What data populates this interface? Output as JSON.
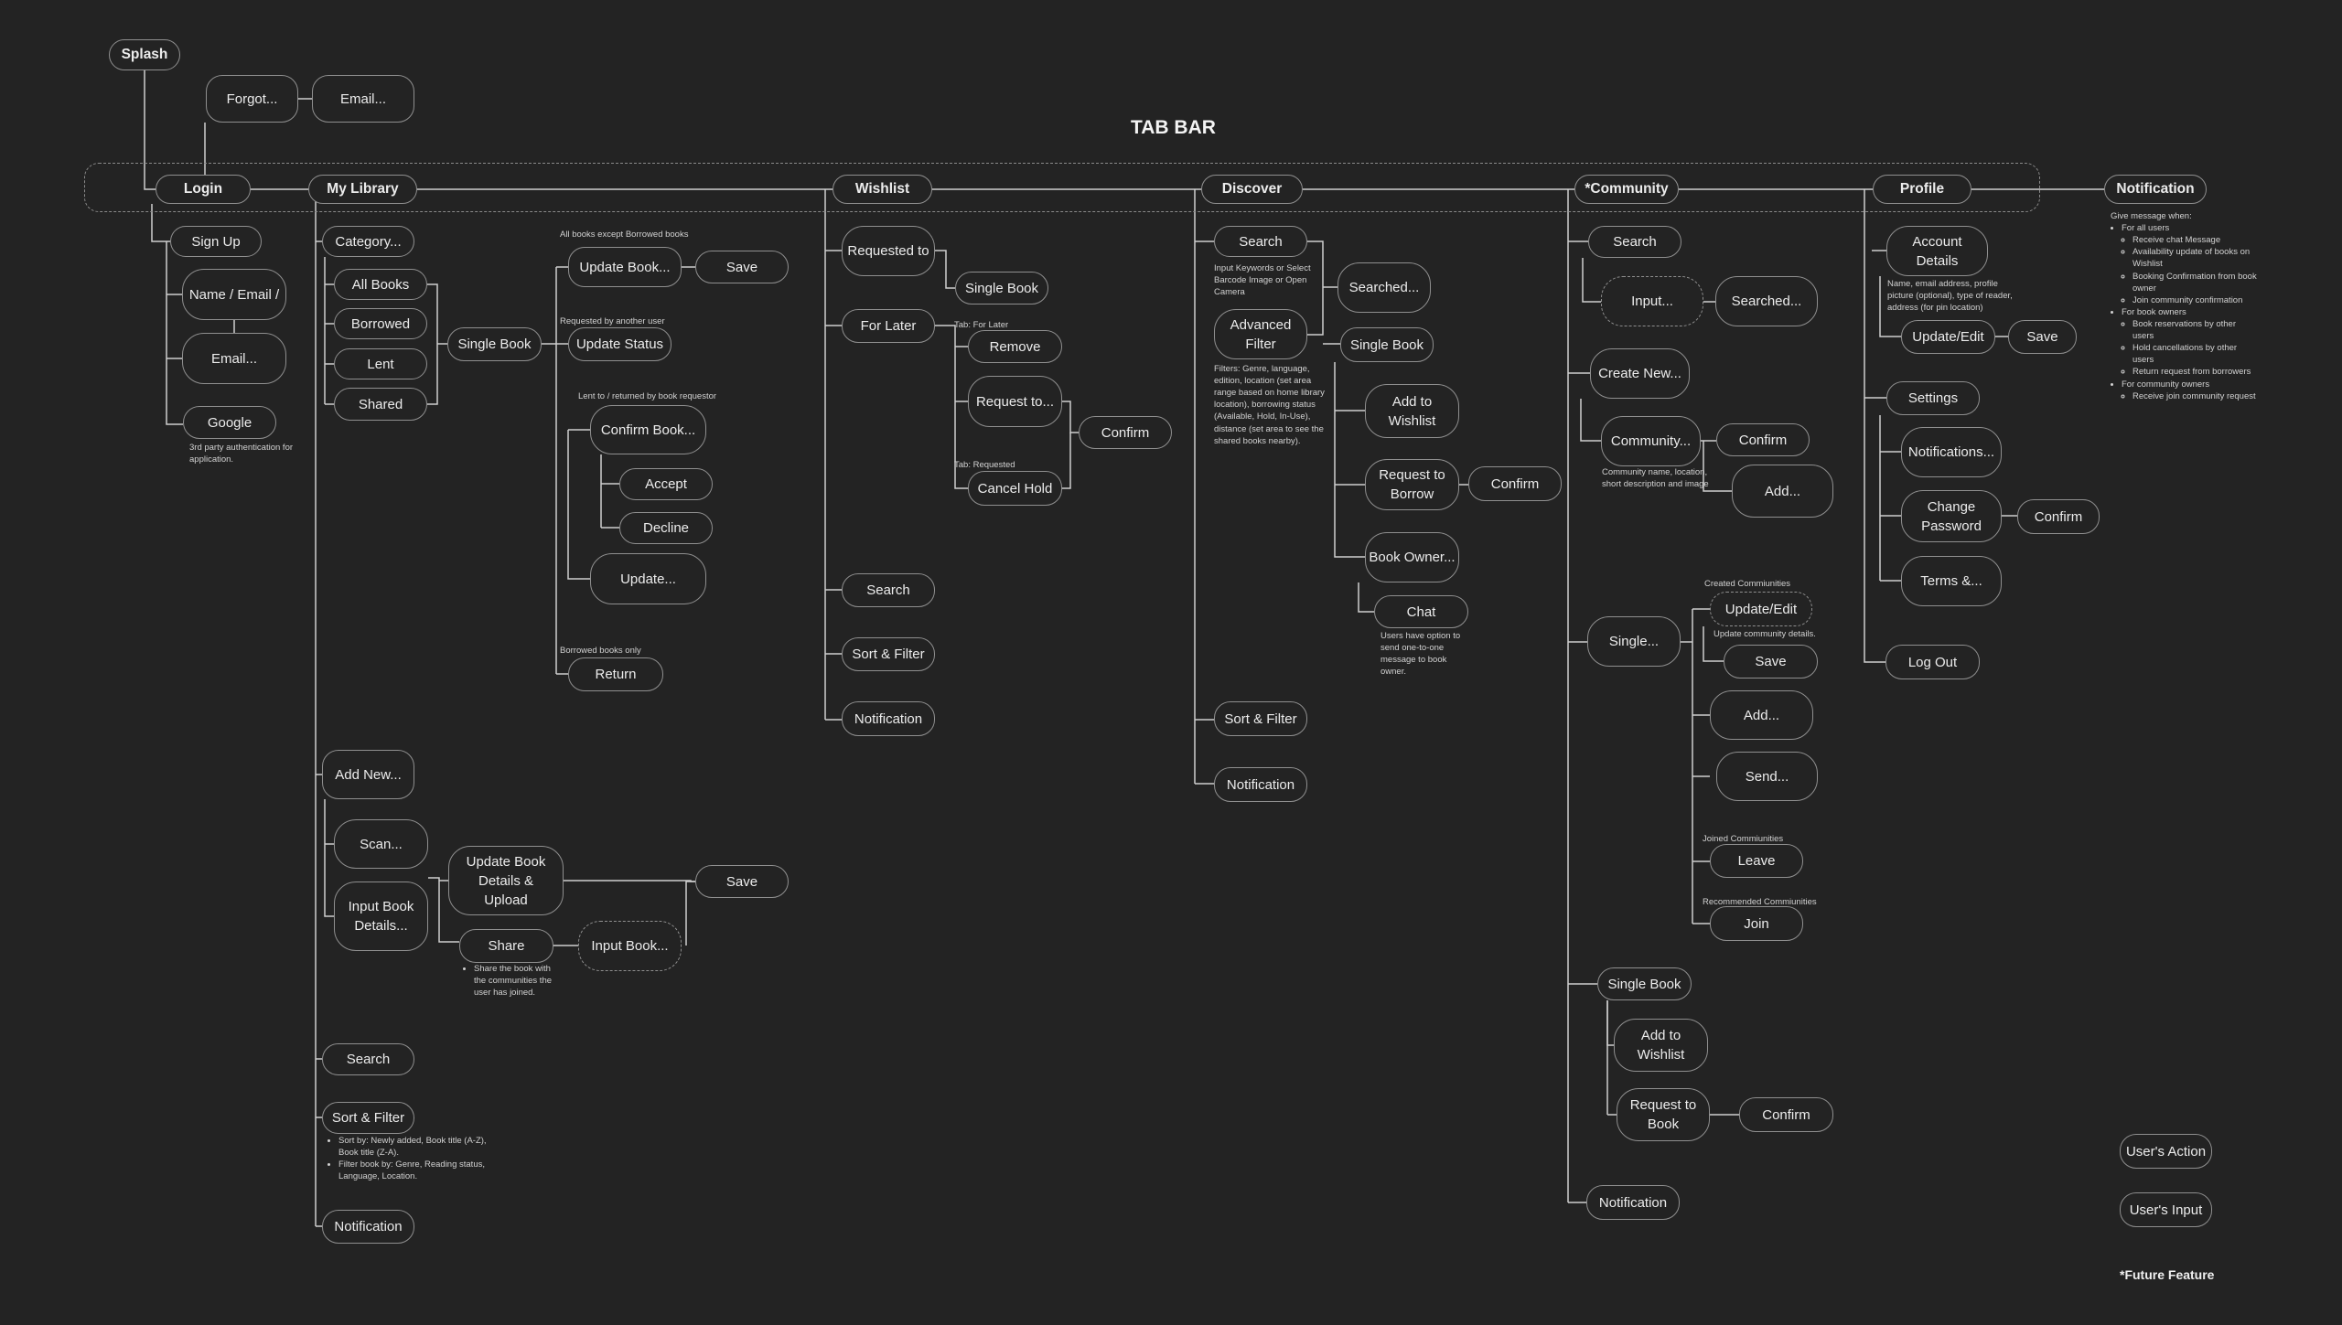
{
  "diagram": {
    "title": "TAB BAR",
    "future_note": "*Future Feature",
    "legend": {
      "action": "User's Action",
      "input": "User's Input"
    },
    "splash": "Splash",
    "auth": {
      "login": "Login",
      "forgot": "Forgot...",
      "forgot_email": "Email...",
      "sign_up": "Sign Up",
      "name_email": "Name / Email /",
      "email": "Email...",
      "google": "Google",
      "google_note": "3rd party authentication for application."
    },
    "my_library": {
      "tab": "My Library",
      "category": "Category...",
      "all_books": "All Books",
      "borrowed": "Borrowed",
      "lent": "Lent",
      "shared": "Shared",
      "single_book": "Single Book",
      "note_all_except": "All books except Borrowed books",
      "update_book": "Update Book...",
      "save": "Save",
      "note_requested_by": "Requested by another user",
      "update_status": "Update Status",
      "note_lent_to": "Lent to / returned by book requestor",
      "confirm_book": "Confirm Book...",
      "accept": "Accept",
      "decline": "Decline",
      "update": "Update...",
      "note_borrowed_only": "Borrowed books only",
      "return": "Return",
      "add_new": "Add New...",
      "scan": "Scan...",
      "input_book": "Input Book Details...",
      "update_upload": "Update Book Details & Upload",
      "save2": "Save",
      "share": "Share",
      "share_input": "Input Book...",
      "share_note": "Share the book with the communities the user has joined.",
      "search": "Search",
      "sort_filter": "Sort & Filter",
      "sort_note_1": "Sort by: Newly added, Book title (A-Z), Book title (Z-A).",
      "sort_note_2": "Filter book by: Genre, Reading status, Language, Location.",
      "notification": "Notification"
    },
    "wishlist": {
      "tab": "Wishlist",
      "requested_to": "Requested to",
      "single_book": "Single Book",
      "for_later": "For Later",
      "note_for_later": "Tab: For Later",
      "remove": "Remove",
      "request_to": "Request to...",
      "confirm": "Confirm",
      "note_requested": "Tab: Requested",
      "cancel_hold": "Cancel Hold",
      "search": "Search",
      "sort_filter": "Sort & Filter",
      "notification": "Notification"
    },
    "discover": {
      "tab": "Discover",
      "search": "Search",
      "search_note": "Input Keywords or Select Barcode Image or Open Camera",
      "searched": "Searched...",
      "advanced_filter": "Advanced Filter",
      "filter_note": "Filters: Genre, language, edition, location (set area range based on home library location), borrowing status (Available, Hold, In-Use), distance (set area to see the shared books nearby).",
      "single_book": "Single Book",
      "add_wishlist": "Add to Wishlist",
      "request_borrow": "Request to Borrow",
      "confirm": "Confirm",
      "book_owner": "Book Owner...",
      "chat": "Chat",
      "chat_note": "Users have option to send one-to-one message to book owner.",
      "sort_filter": "Sort & Filter",
      "notification": "Notification"
    },
    "community": {
      "tab": "*Community",
      "search": "Search",
      "input": "Input...",
      "searched": "Searched...",
      "create_new": "Create New...",
      "community": "Community...",
      "confirm": "Confirm",
      "add": "Add...",
      "create_note": "Community name, location, short description and image",
      "note_created": "Created Commiunities",
      "single": "Single...",
      "update_edit": "Update/Edit",
      "update_note": "Update community details.",
      "save": "Save",
      "add2": "Add...",
      "send": "Send...",
      "note_joined": "Joined Commiunities",
      "leave": "Leave",
      "note_recommended": "Recommended Commiunities",
      "join": "Join",
      "single_book": "Single Book",
      "add_wishlist": "Add to Wishlist",
      "request_book": "Request to Book",
      "confirm2": "Confirm",
      "notification": "Notification"
    },
    "profile": {
      "tab": "Profile",
      "account": "Account Details",
      "account_note": "Name, email address, profile picture (optional), type of reader, address (for pin location)",
      "update_edit": "Update/Edit",
      "save": "Save",
      "settings": "Settings",
      "notifications": "Notifications...",
      "change_password": "Change Password",
      "confirm": "Confirm",
      "terms": "Terms &...",
      "log_out": "Log Out"
    },
    "notification": {
      "tab": "Notification",
      "intro": "Give message when:",
      "all_users": "For all users",
      "all_1": "Receive chat Message",
      "all_2": "Availability update of books on Wishlist",
      "all_3": "Booking Confirmation from book owner",
      "all_4": "Join community confirmation",
      "owners": "For book owners",
      "own_1": "Book reservations by other users",
      "own_2": "Hold cancellations by other users",
      "own_3": "Return request from borrowers",
      "comm_owners": "For community owners",
      "comm_1": "Receive join community request"
    }
  }
}
